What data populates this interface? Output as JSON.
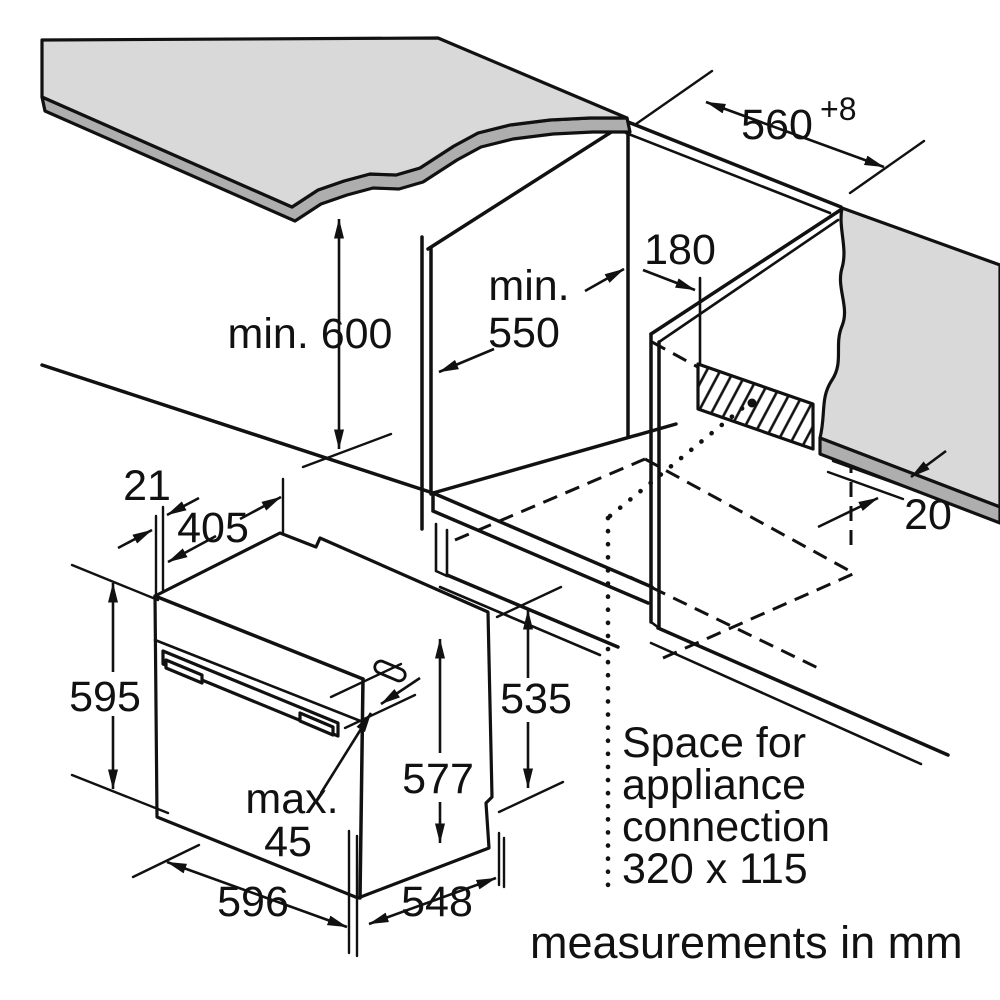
{
  "diagram": {
    "type": "appliance-installation-drawing",
    "units": "mm",
    "labels": {
      "min_height": "min. 600",
      "min_depth_line1": "min.",
      "min_depth_line2": "550",
      "rear_offset": "180",
      "niche_width": "560",
      "niche_width_tolerance": "+8",
      "wall_gap": "20",
      "front_gap": "21",
      "top_depth": "405",
      "oven_front_height": "595",
      "oven_rear_height": "535",
      "oven_body_height": "577",
      "handle_max_line1": "max.",
      "handle_max_line2": "45",
      "oven_front_width": "596",
      "oven_body_depth": "548",
      "connection_note_line1": "Space for",
      "connection_note_line2": "appliance",
      "connection_note_line3": "connection",
      "connection_note_line4": "320 x 115",
      "footer": "measurements in mm"
    },
    "colors": {
      "surface_gray": "#d9d9d9",
      "edge_gray": "#aeaeae",
      "line_black": "#111111",
      "background": "#ffffff"
    }
  }
}
